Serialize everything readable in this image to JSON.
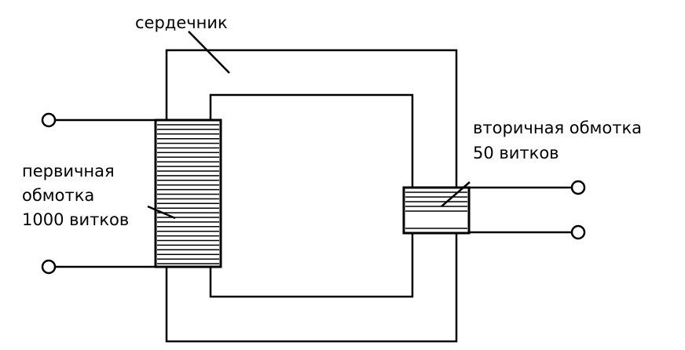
{
  "labels": {
    "core": "сердечник",
    "primary_line1": "первичная",
    "primary_line2": "обмотка",
    "primary_line3": "1000 витков",
    "secondary_line1": "вторичная обмотка",
    "secondary_line2": "50 витков"
  },
  "colors": {
    "stroke": "#000000",
    "background": "#ffffff"
  }
}
